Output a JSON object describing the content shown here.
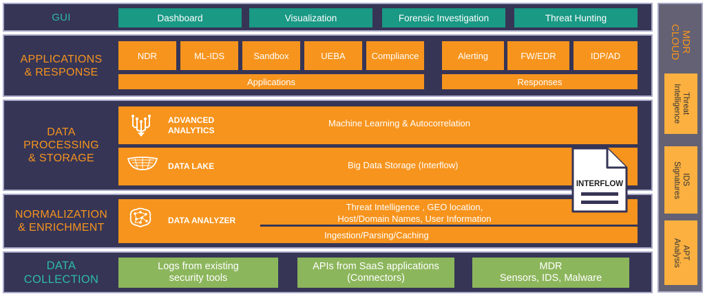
{
  "gui": {
    "title": "GUI",
    "buttons": [
      "Dashboard",
      "Visualization",
      "Forensic Investigation",
      "Threat Hunting"
    ]
  },
  "applications": {
    "title_line1": "APPLICATIONS",
    "title_line2": "& RESPONSE",
    "app_items": [
      "NDR",
      "ML-IDS",
      "Sandbox",
      "UEBA",
      "Compliance"
    ],
    "response_items": [
      "Alerting",
      "FW/EDR",
      "IDP/AD"
    ],
    "applications_label": "Applications",
    "responses_label": "Responses"
  },
  "processing": {
    "title_line1": "DATA",
    "title_line2": "PROCESSING",
    "title_line3": "& STORAGE",
    "analytics_line1": "ADVANCED",
    "analytics_line2": "ANALYTICS",
    "analytics_desc": "Machine Learning & Autocorrelation",
    "lake_label": "DATA LAKE",
    "lake_desc": "Big Data Storage (Interflow)"
  },
  "interflow": {
    "label": "INTERFLOW"
  },
  "normalization": {
    "title_line1": "NORMALIZATION",
    "title_line2": "& ENRICHMENT",
    "analyzer_label": "DATA ANALYZER",
    "enrich_line1": "Threat Intelligence , GEO location,",
    "enrich_line2": "Host/Domain Names, User Information",
    "ingest": "Ingestion/Parsing/Caching"
  },
  "collection": {
    "title_line1": "DATA",
    "title_line2": "COLLECTION",
    "logs_line1": "Logs from existing",
    "logs_line2": "security tools",
    "apis_line1": "APIs from SaaS applications",
    "apis_line2": "(Connectors)",
    "mdr_line1": "MDR",
    "mdr_line2": "Sensors, IDS, Malware"
  },
  "cloud": {
    "title_line1": "MDR",
    "title_line2": "CLOUD",
    "boxes": [
      {
        "line1": "Threat",
        "line2": "Intelligence"
      },
      {
        "line1": "IDS",
        "line2": "Signatures"
      },
      {
        "line1": "APT",
        "line2": "Analysis"
      }
    ]
  },
  "colors": {
    "panel": "#363556",
    "orange": "#f7941d",
    "teal": "#1a9985",
    "green": "#8cb65c",
    "side_box": "#fbb040"
  }
}
